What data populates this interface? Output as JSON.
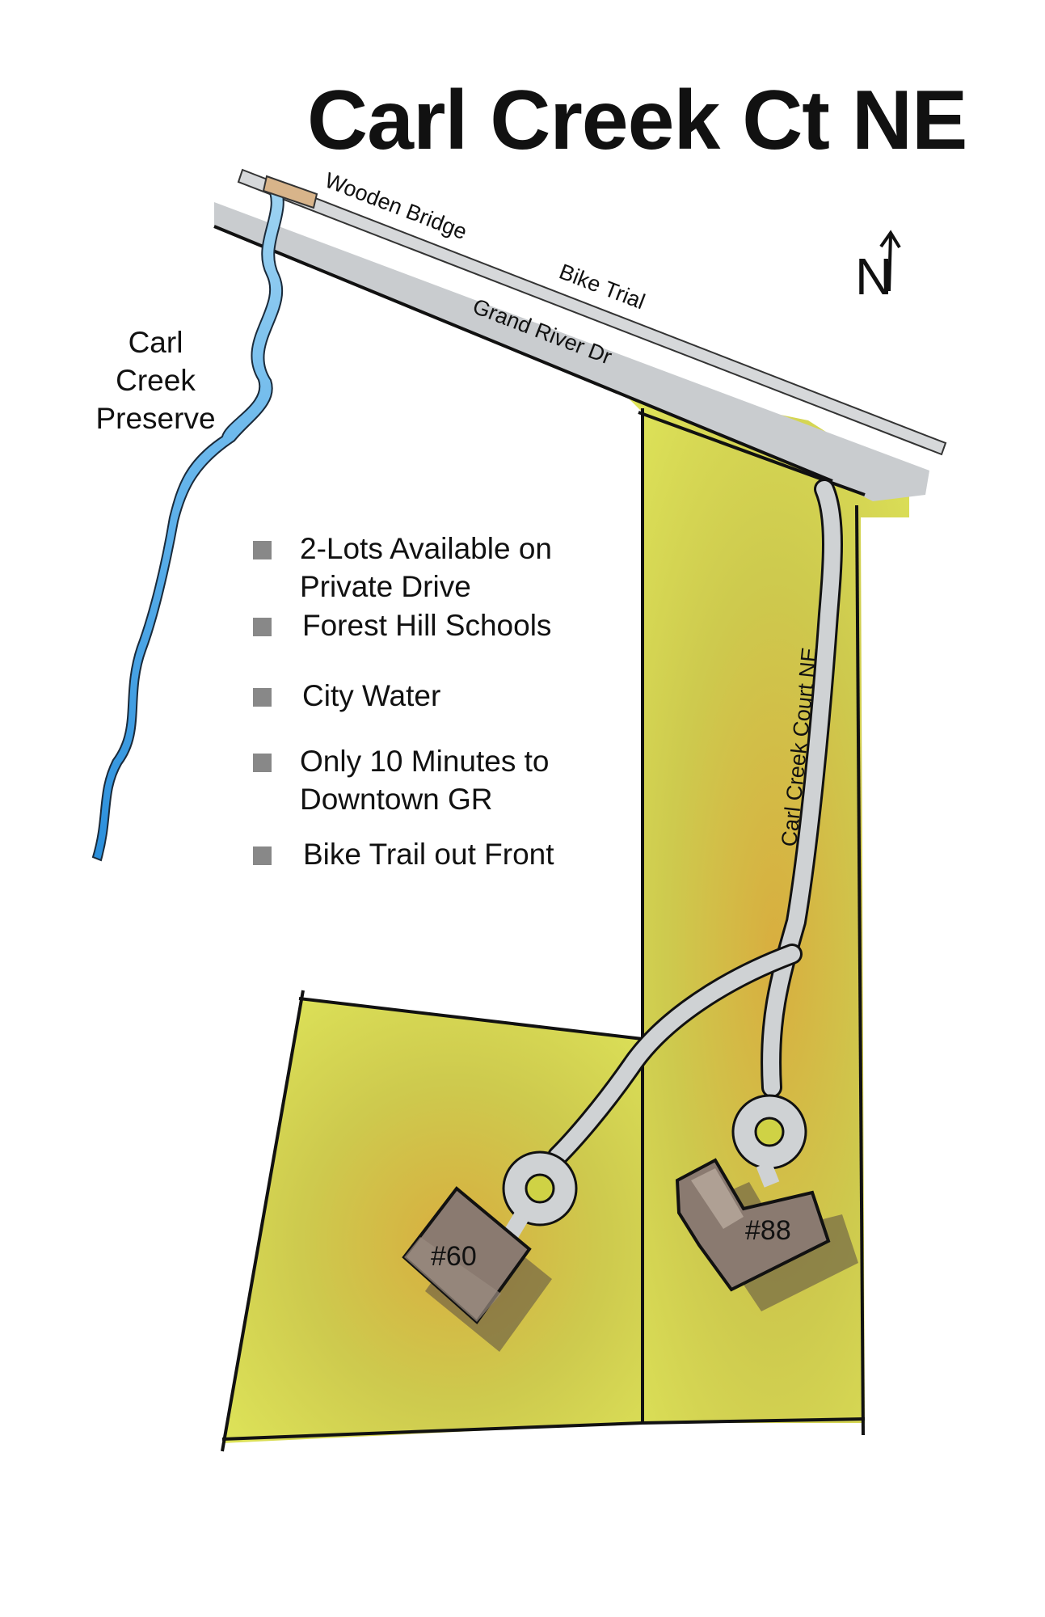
{
  "title": "Carl Creek Ct NE",
  "north_label": "N",
  "preserve_label_lines": [
    "Carl",
    "Creek",
    "Preserve"
  ],
  "road_labels": {
    "wooden_bridge": "Wooden Bridge",
    "bike_trail": "Bike Trial",
    "grand_river": "Grand River Dr",
    "court": "Carl Creek Court NE"
  },
  "bullets": [
    "2-Lots Available on Private Drive",
    "Forest Hill Schools",
    "City Water",
    "Only 10 Minutes to Downtown GR",
    "Bike Trail out Front"
  ],
  "lots": {
    "west": "#60",
    "east": "#88"
  },
  "colors": {
    "creek": "#3a9be0",
    "lot_fill": "#cdd236",
    "road": "#c9cccf",
    "house": "#8a7a70",
    "bridge": "#d8b48a",
    "bullet_square": "#888888"
  }
}
